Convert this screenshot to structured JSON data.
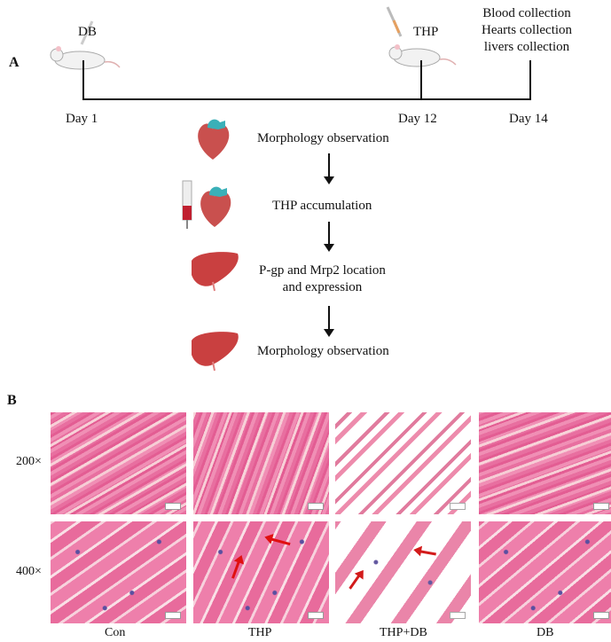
{
  "panel_a": {
    "label": "A",
    "timeline": {
      "events": [
        {
          "day": "Day 1",
          "treatment": "DB"
        },
        {
          "day": "Day 12",
          "treatment": "THP"
        },
        {
          "day": "Day 14",
          "collections": [
            "Blood collection",
            "Hearts collection",
            "livers collection"
          ]
        }
      ]
    },
    "flow": [
      {
        "icon": "heart-icon",
        "text": [
          "Morphology observation"
        ]
      },
      {
        "icon": "syringe-heart-icon",
        "text": [
          "THP accumulation"
        ]
      },
      {
        "icon": "liver-icon",
        "text": [
          "P-gp and Mrp2 location",
          "and expression"
        ]
      },
      {
        "icon": "liver-icon",
        "text": [
          "Morphology observation"
        ]
      }
    ]
  },
  "panel_b": {
    "label": "B",
    "rows": [
      "200×",
      "400×"
    ],
    "columns": [
      "Con",
      "THP",
      "THP+DB",
      "DB"
    ],
    "colors": {
      "stain_pink": "#e86fa0",
      "nuclei": "#5a4fa0",
      "arrow": "#e01010"
    }
  }
}
